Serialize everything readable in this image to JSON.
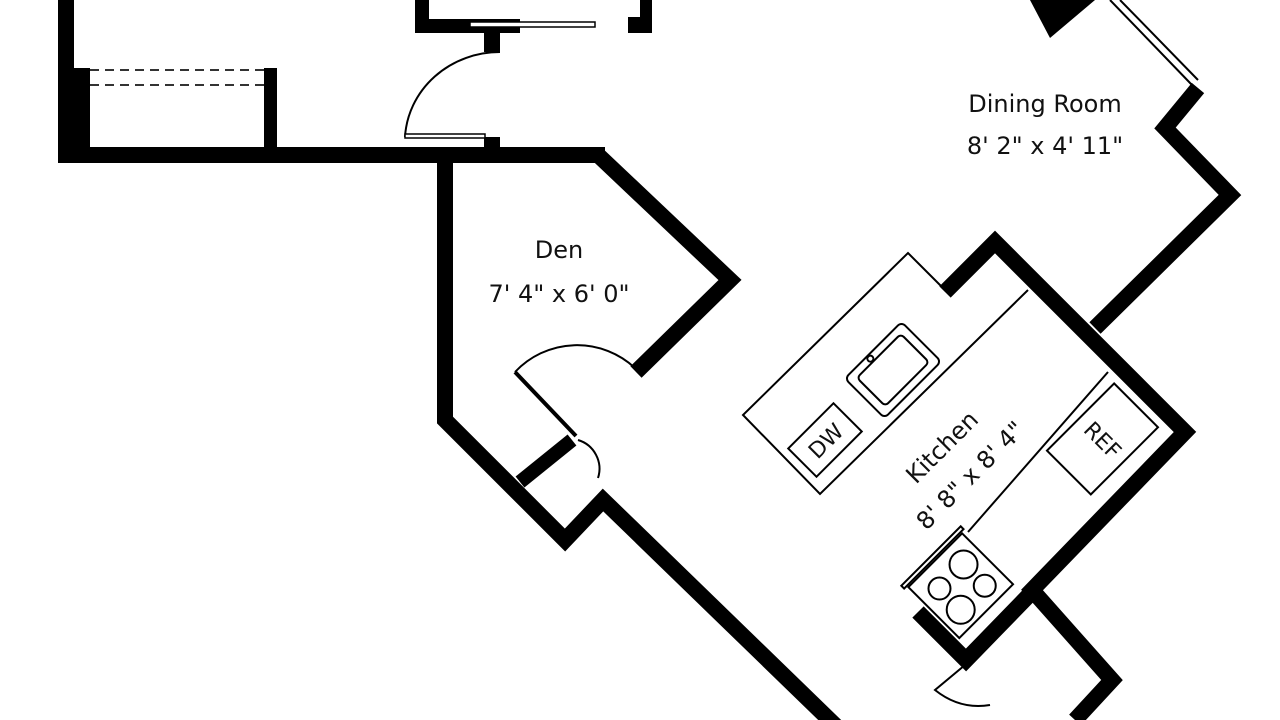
{
  "rooms": [
    {
      "name": "Dining Room",
      "dimensions": "8' 2\" x 4' 11\""
    },
    {
      "name": "Den",
      "dimensions": "7' 4\" x 6' 0\""
    },
    {
      "name": "Kitchen",
      "dimensions": "8' 8\" x 8' 4\""
    }
  ],
  "fixtures": {
    "dishwasher": "DW",
    "refrigerator": "REF"
  },
  "colors": {
    "wall": "#000000",
    "background": "#ffffff"
  }
}
